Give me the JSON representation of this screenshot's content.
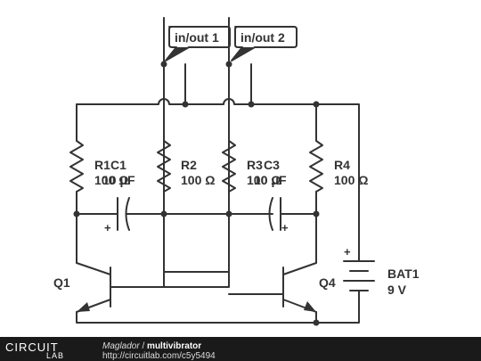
{
  "labels": {
    "io1": "in/out 1",
    "io2": "in/out 2",
    "r1": "R1",
    "r1_value": "100 Ω",
    "c1": "C1",
    "c1_value": "10 μF",
    "r2": "R2",
    "r2_value": "100 Ω",
    "r3": "R3",
    "r3_value": "100 Ω",
    "c3": "C3",
    "c3_value": "10 μF",
    "r4": "R4",
    "r4_value": "100 Ω",
    "bat": "BAT1",
    "bat_value": "9 V",
    "q1": "Q1",
    "q4": "Q4",
    "plus": "+"
  },
  "footer": {
    "logo_top": "CIRCUIT",
    "logo_bottom": "LAB",
    "author": "Maglador",
    "separator": " / ",
    "title": "multivibrator",
    "url": "http://circuitlab.com/c5y5494"
  },
  "colors": {
    "wire": "#333333",
    "footer_bg": "#1a1a1a"
  }
}
